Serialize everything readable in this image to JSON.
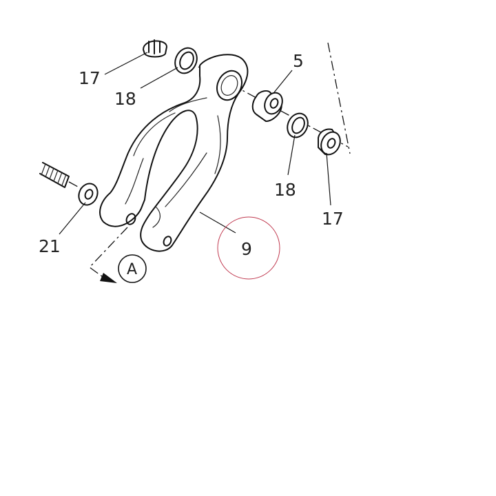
{
  "callouts": [
    {
      "id": "c17a",
      "text": "17"
    },
    {
      "id": "c18a",
      "text": "18"
    },
    {
      "id": "c5",
      "text": "5"
    },
    {
      "id": "c18b",
      "text": "18"
    },
    {
      "id": "c17b",
      "text": "17"
    },
    {
      "id": "c21",
      "text": "21"
    },
    {
      "id": "c9",
      "text": "9"
    }
  ],
  "view_ref": {
    "text": "A"
  },
  "colors": {
    "ink": "#111111",
    "highlight_circle": "#c0394f",
    "background": "#ffffff"
  }
}
